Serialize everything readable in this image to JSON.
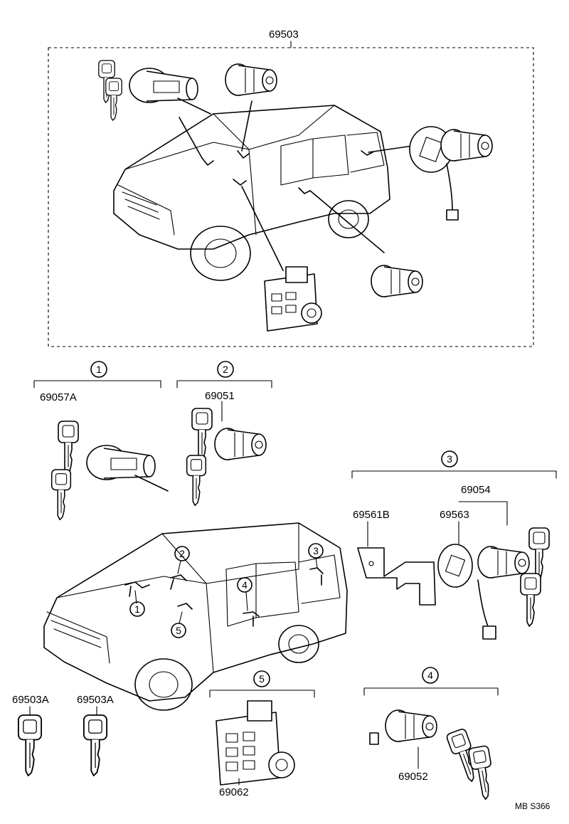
{
  "assembly_label": "69503",
  "groups": [
    {
      "num": "1",
      "parts": [
        "69057A"
      ]
    },
    {
      "num": "2",
      "parts": [
        "69051"
      ]
    },
    {
      "num": "3",
      "parts": [
        "69054",
        "69563",
        "69561B"
      ]
    },
    {
      "num": "4",
      "parts": [
        "69052"
      ]
    },
    {
      "num": "5",
      "parts": [
        "69062"
      ]
    }
  ],
  "keys": [
    "69503A",
    "69503A"
  ],
  "car_callouts": [
    "1",
    "2",
    "3",
    "4",
    "5"
  ],
  "reference": "MB S366"
}
